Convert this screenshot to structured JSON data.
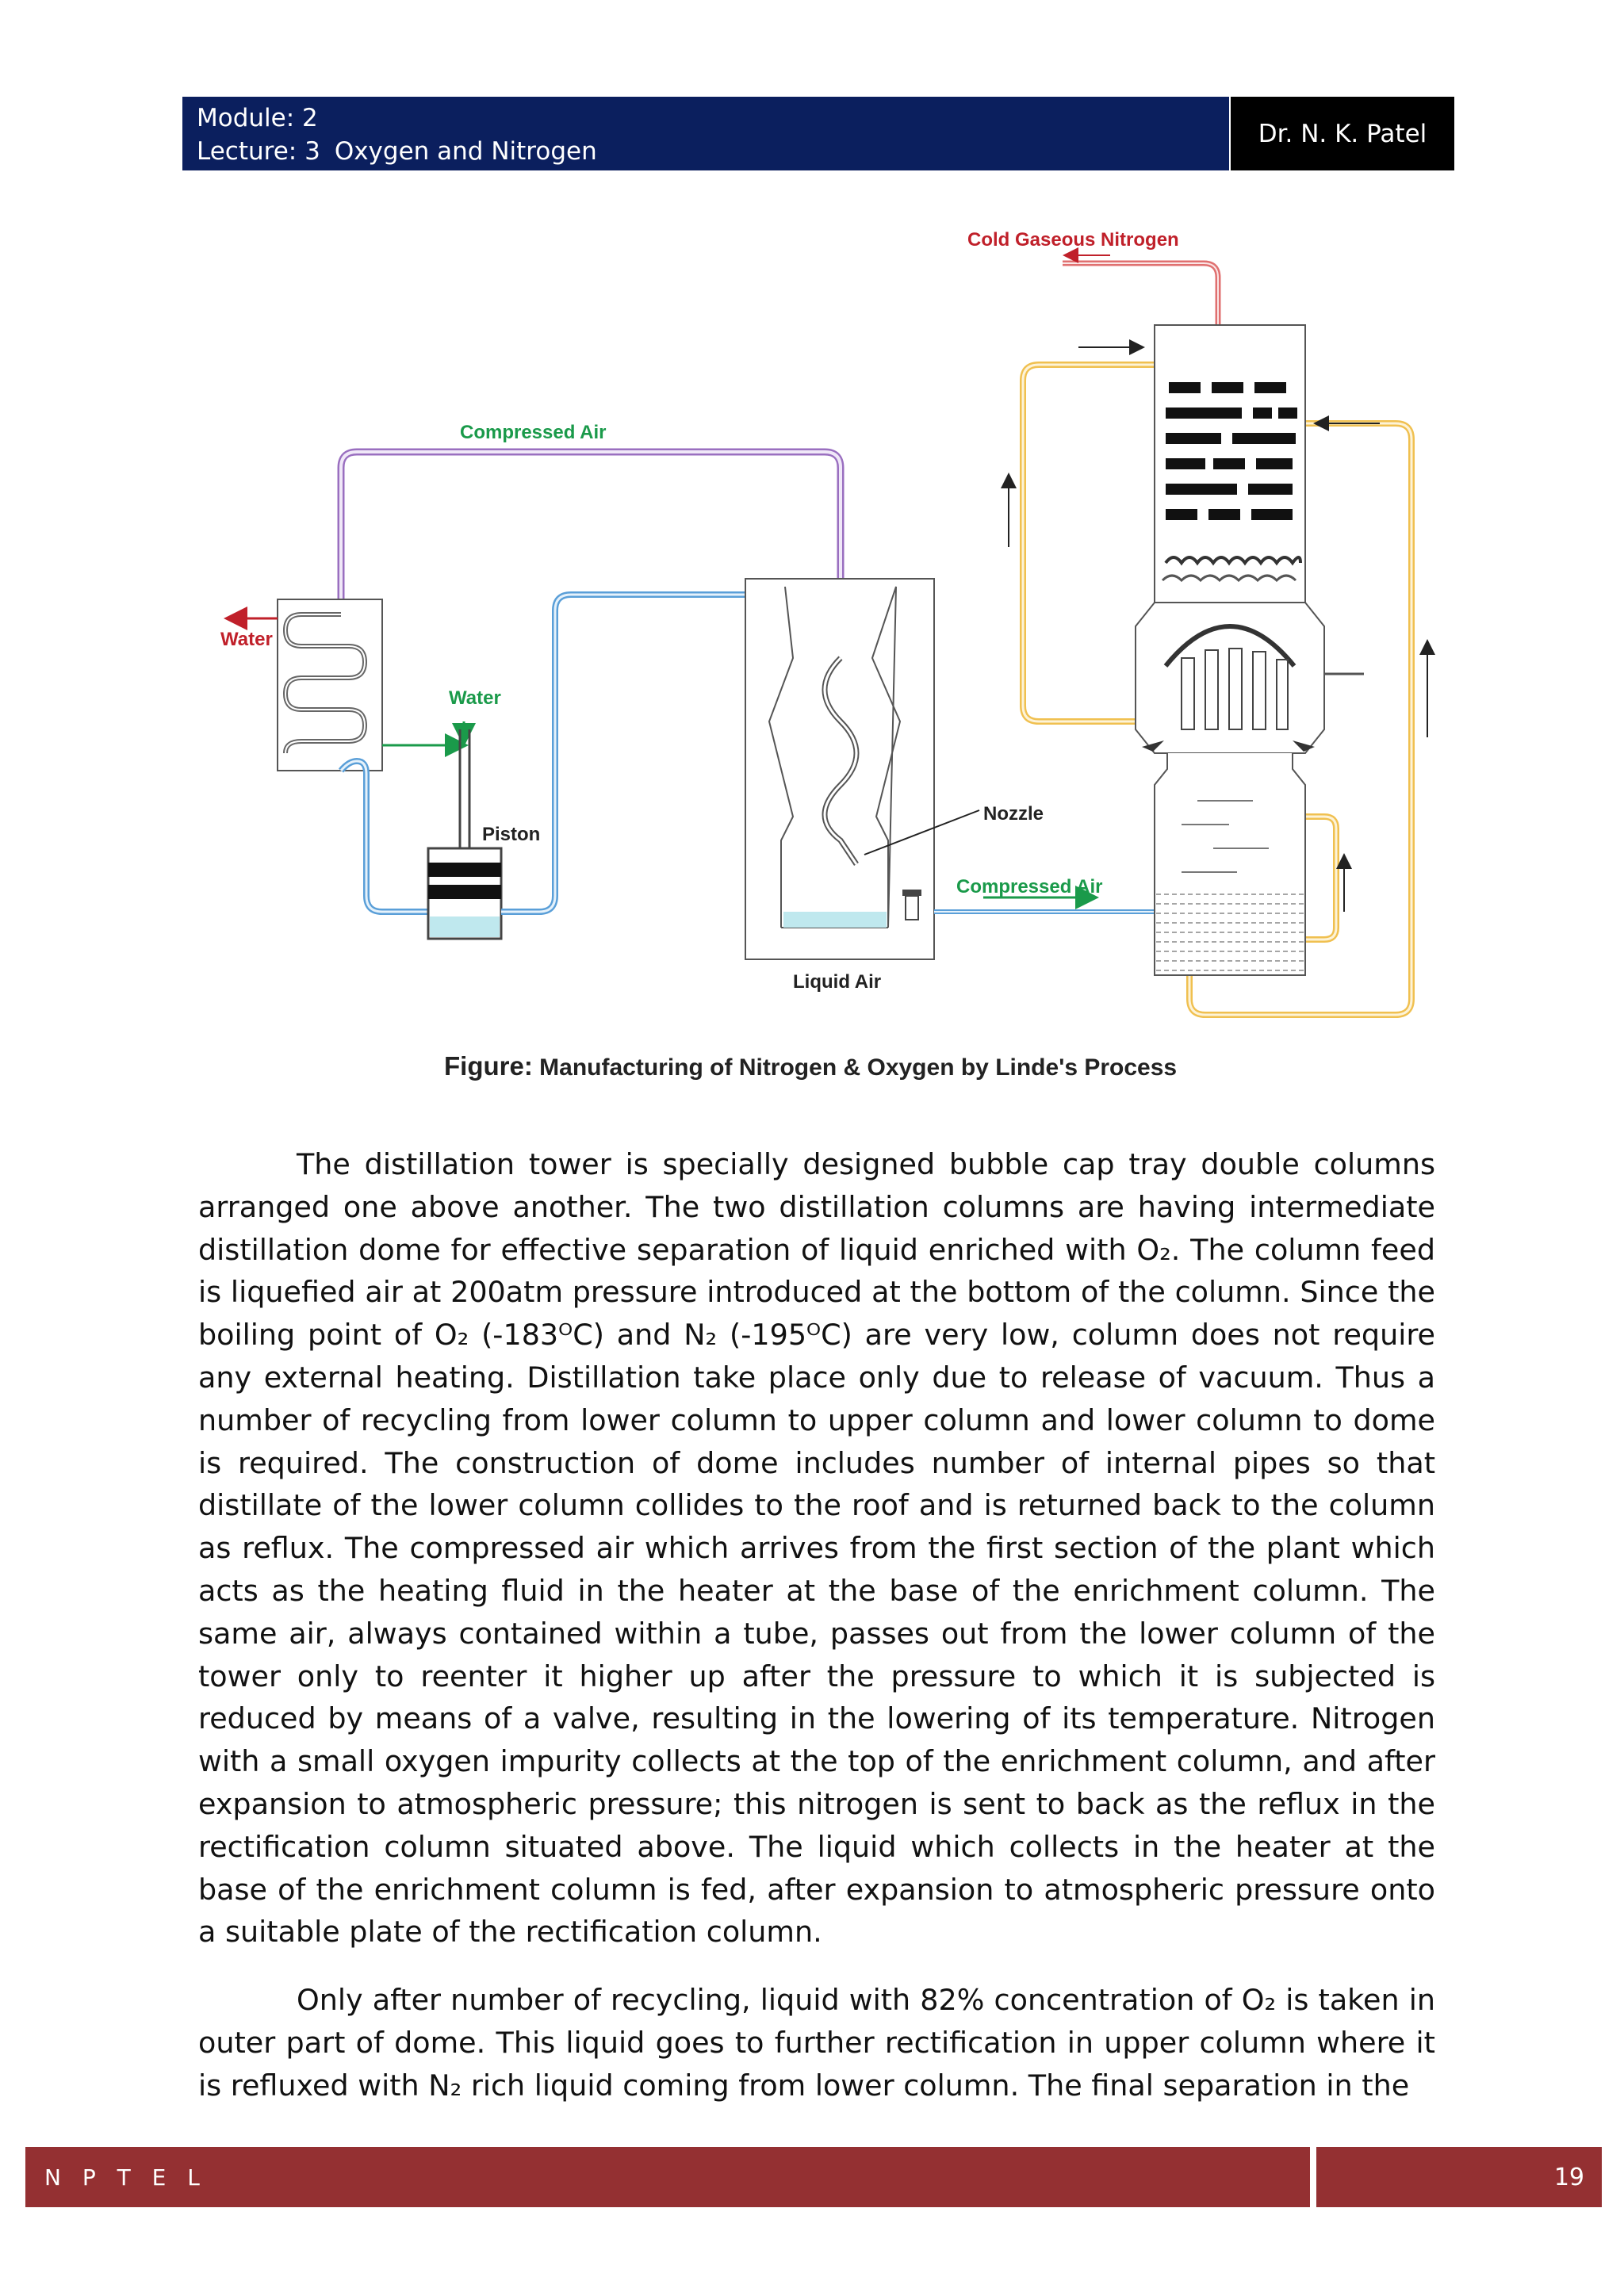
{
  "header": {
    "module": "Module: 2",
    "lecture_prefix": "Lecture: 3",
    "lecture_title": "Oxygen and Nitrogen",
    "author": "Dr. N. K.  Patel"
  },
  "figure": {
    "labels": {
      "cold_gaseous_nitrogen": "Cold Gaseous Nitrogen",
      "compressed_air_top": "Compressed Air",
      "water_out": "Water",
      "water_in": "Water",
      "piston": "Piston",
      "nozzle": "Nozzle",
      "compressed_air_right": "Compressed Air",
      "liquid_air": "Liquid Air"
    },
    "colors": {
      "nitrogen_line": "#c0202a",
      "air_line": "#9a6fc0",
      "water_line": "#1a9a4a",
      "cold_line": "#5a9fd8",
      "recycle_line": "#f0c050",
      "liquid": "#bfe8ee"
    },
    "caption_label": "Figure:",
    "caption_text": "Manufacturing of Nitrogen & Oxygen by Linde's Process"
  },
  "body": {
    "para1": "The distillation tower is specially designed bubble cap tray double columns arranged one above another. The two distillation columns are having intermediate distillation dome for effective separation of liquid enriched with O₂. The column feed is liquefied air at 200atm pressure introduced at the bottom of the column. Since the boiling point of O₂ (-183ᴼC) and N₂ (-195ᴼC) are very low, column does not require any external heating. Distillation take place only due to release of vacuum. Thus a number of recycling from lower column to upper column and lower column to dome is required. The construction of dome includes number of internal pipes so that distillate of the lower column collides to the roof and is returned back to the column as reflux. The compressed air which arrives from the first section of the plant which acts as the heating fluid in the heater at the base of the enrichment column. The same air, always contained within a tube, passes out from the lower column of the tower only to reenter it higher up after the pressure to which it is subjected is reduced by means of a valve, resulting in the lowering of its temperature. Nitrogen with a small oxygen impurity collects at the top of the enrichment column, and after expansion to atmospheric pressure; this nitrogen is sent to back as the reflux in the rectification column situated above. The liquid which collects in the heater at the base of the enrichment column is fed, after expansion to atmospheric pressure onto a suitable plate of the rectification column.",
    "para2": "Only after number of recycling, liquid with 82% concentration of O₂ is taken in outer part of dome. This liquid goes to further rectification in upper column where it is refluxed with N₂ rich liquid coming from lower column. The final separation in the"
  },
  "footer": {
    "left": "N P T E L",
    "page_number": "19"
  }
}
